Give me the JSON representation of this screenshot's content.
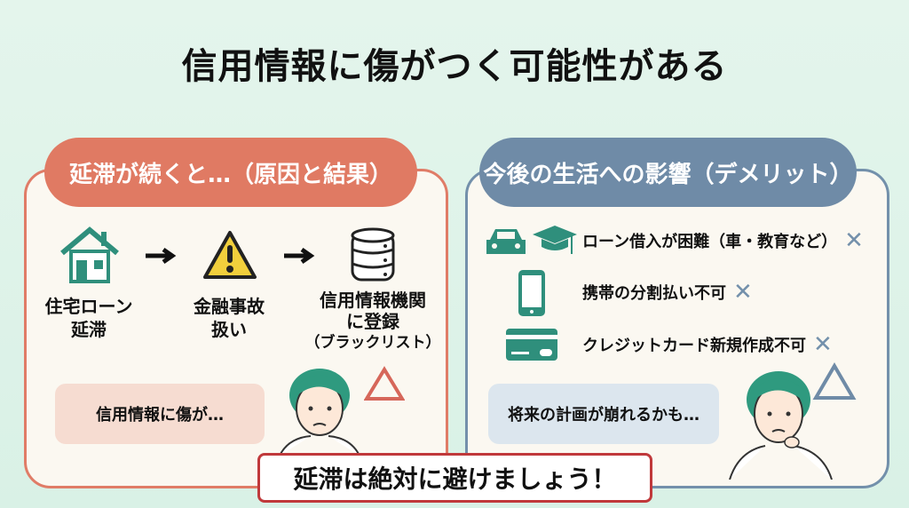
{
  "title": "信用情報に傷がつく可能性がある",
  "left": {
    "header": "延滞が続くと…（原因と結果）",
    "steps": [
      {
        "icon": "house-icon",
        "label1": "住宅ローン",
        "label2": "延滞"
      },
      {
        "icon": "warning-icon",
        "label1": "金融事故",
        "label2": "扱い"
      },
      {
        "icon": "database-icon",
        "label1": "信用情報機関",
        "label2": "に登録",
        "label3": "（ブラックリスト）"
      }
    ],
    "bubble": "信用情報に傷が…"
  },
  "right": {
    "header": "今後の生活への影響（デメリット）",
    "items": [
      {
        "text": "ローン借入が困難（車・教育など）",
        "mark": "✕"
      },
      {
        "text": "携帯の分割払い不可",
        "mark": "✕"
      },
      {
        "text": "クレジットカード新規作成不可",
        "mark": "✕"
      }
    ],
    "bubble": "将来の計画が崩れるかも…"
  },
  "banner": "延滞は絶対に避けましょう！",
  "colors": {
    "left": "#e07a63",
    "right": "#6f8ba7",
    "teal": "#2f8f7c",
    "banner": "#c0393b"
  }
}
